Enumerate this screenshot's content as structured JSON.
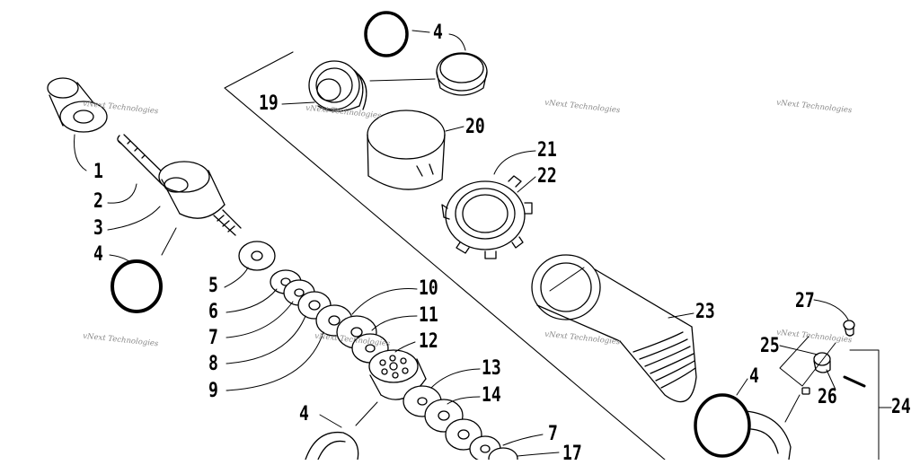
{
  "callouts": [
    "1",
    "2",
    "3",
    "4",
    "5",
    "6",
    "7",
    "8",
    "9",
    "10",
    "11",
    "12",
    "13",
    "14",
    "4",
    "7",
    "17",
    "19",
    "4",
    "20",
    "21",
    "22",
    "23",
    "4",
    "27",
    "25",
    "26",
    "24"
  ],
  "watermark": "vNext Technologies",
  "colors": {
    "line": "#000000",
    "wm": "#8a8a8a"
  }
}
